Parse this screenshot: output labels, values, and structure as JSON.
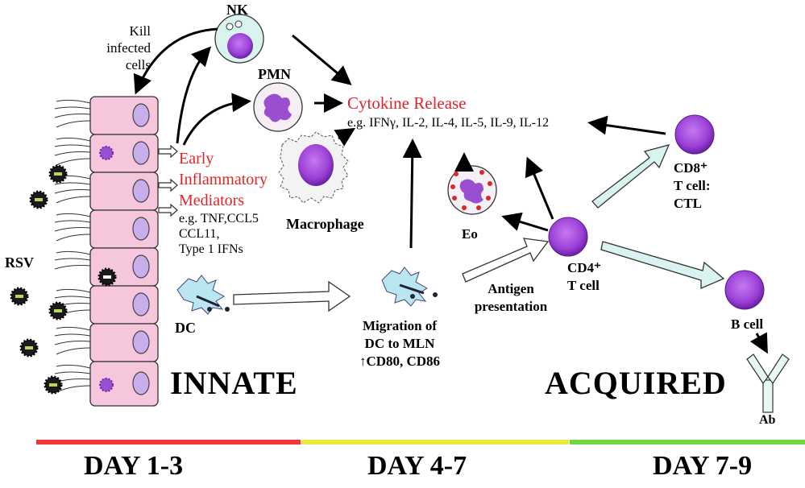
{
  "labels": {
    "nk": "NK",
    "kill": [
      "Kill",
      "infected",
      "cells"
    ],
    "pmn": "PMN",
    "cytokine_release": "Cytokine Release",
    "cytokine_list": "e.g. IFNγ, IL-2, IL-4, IL-5, IL-9, IL-12",
    "early_mediators": [
      "Early",
      "Inflammatory",
      "Mediators"
    ],
    "mediator_examples": [
      "e.g. TNF,CCL5",
      "CCL11,",
      "Type 1 IFNs"
    ],
    "macrophage": "Macrophage",
    "rsv": "RSV",
    "dc": "DC",
    "migration": [
      "Migration of",
      "DC to MLN",
      "↑CD80, CD86"
    ],
    "eo": "Eo",
    "antigen": [
      "Antigen",
      "presentation"
    ],
    "cd4": [
      "CD4⁺",
      "T cell"
    ],
    "cd8": [
      "CD8⁺",
      "T cell:",
      "CTL"
    ],
    "bcell": "B cell",
    "ab": "Ab",
    "innate": "INNATE",
    "acquired": "ACQUIRED",
    "days": [
      "DAY 1-3",
      "DAY 4-7",
      "DAY 7-9"
    ]
  },
  "colors": {
    "day1_bar": "#f2363a",
    "day2_bar": "#e8ea3f",
    "day3_bar": "#6fd83f",
    "cell_fill": "#f6c6dc",
    "nucleus": "#9a4fd0",
    "red_text": "#e0242b",
    "big_arrow_fill": "#d8f3f0"
  }
}
